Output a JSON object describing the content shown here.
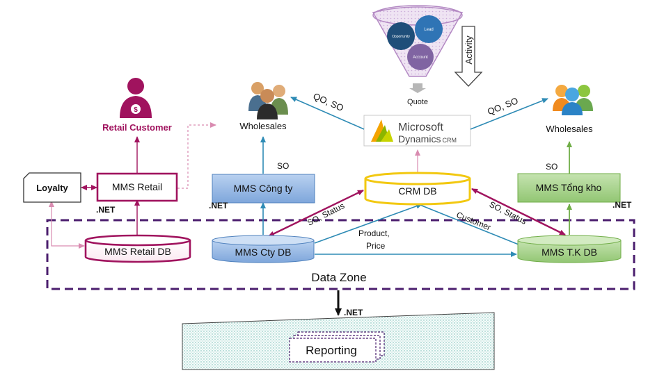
{
  "funnel": {
    "bubbles": [
      "Opportunity",
      "Lead",
      "Account"
    ],
    "activity": "Activity",
    "output": "Quote"
  },
  "crm": {
    "brand_line1": "Microsoft",
    "brand_line2": "Dynamics",
    "brand_suffix": "CRM"
  },
  "retail_customer": "Retail Customer",
  "wholesales_left": "Wholesales",
  "wholesales_right": "Wholesales",
  "nodes": {
    "loyalty": "Loyalty",
    "mms_retail": "MMS Retail",
    "mms_congty": "MMS Công ty",
    "crm_db": "CRM DB",
    "mms_tongkho": "MMS Tổng kho",
    "mms_retail_db": "MMS Retail DB",
    "mms_cty_db": "MMS Cty DB",
    "mms_tk_db": "MMS T.K DB",
    "reporting": "Reporting"
  },
  "tech": {
    "net_retail": ".NET",
    "net_congty": ".NET",
    "net_tongkho": ".NET",
    "net_reporting": ".NET"
  },
  "edge_labels": {
    "qo_so_left": "QO, SO",
    "qo_so_right": "QO, SO",
    "so_congty": "SO",
    "so_tongkho": "SO",
    "so_status_left": "SO, Status",
    "so_status_right": "SO, Status",
    "customer": "Customer",
    "product_line1": "Product,",
    "product_line2": "Price"
  },
  "data_zone": "Data Zone",
  "colors": {
    "retail": "#a0135e",
    "congty_fill": "#8fb4e3",
    "congty_stroke": "#4f81bd",
    "crm_db": "#f2c811",
    "tongkho_fill": "#a9d18e",
    "tongkho_stroke": "#70ad47",
    "edge_blue": "#2e8bb5",
    "edge_purple": "#a0135e",
    "zone": "#4b1e6e"
  }
}
